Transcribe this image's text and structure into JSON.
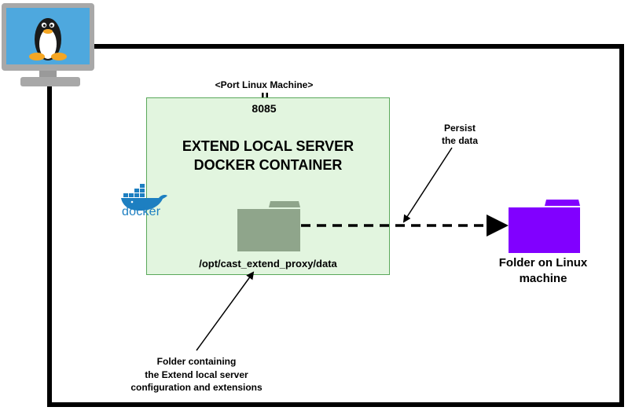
{
  "port": {
    "label": "<Port Linux Machine>",
    "number": "8085"
  },
  "container": {
    "title_line1": "EXTEND LOCAL SERVER",
    "title_line2": "DOCKER CONTAINER",
    "path": "/opt/cast_extend_proxy/data"
  },
  "docker": {
    "wordmark": "docker"
  },
  "linux_folder": {
    "label_line1": "Folder on Linux",
    "label_line2": "machine"
  },
  "annotations": {
    "persist_line1": "Persist",
    "persist_line2": "the data",
    "folder_line1": "Folder containing",
    "folder_line2": "the Extend local server",
    "folder_line3": "configuration and extensions"
  },
  "colors": {
    "container_fill": "#e2f5df",
    "container_border": "#5aa85a",
    "green_folder": "#8fa58b",
    "purple_folder": "#8100ff",
    "monitor_screen": "#4ea8de",
    "docker_blue": "#1d7fc1"
  },
  "icons": {
    "monitor": "linux-monitor-icon",
    "docker": "docker-whale-icon",
    "container_folder": "folder-icon",
    "linux_folder": "folder-icon"
  }
}
